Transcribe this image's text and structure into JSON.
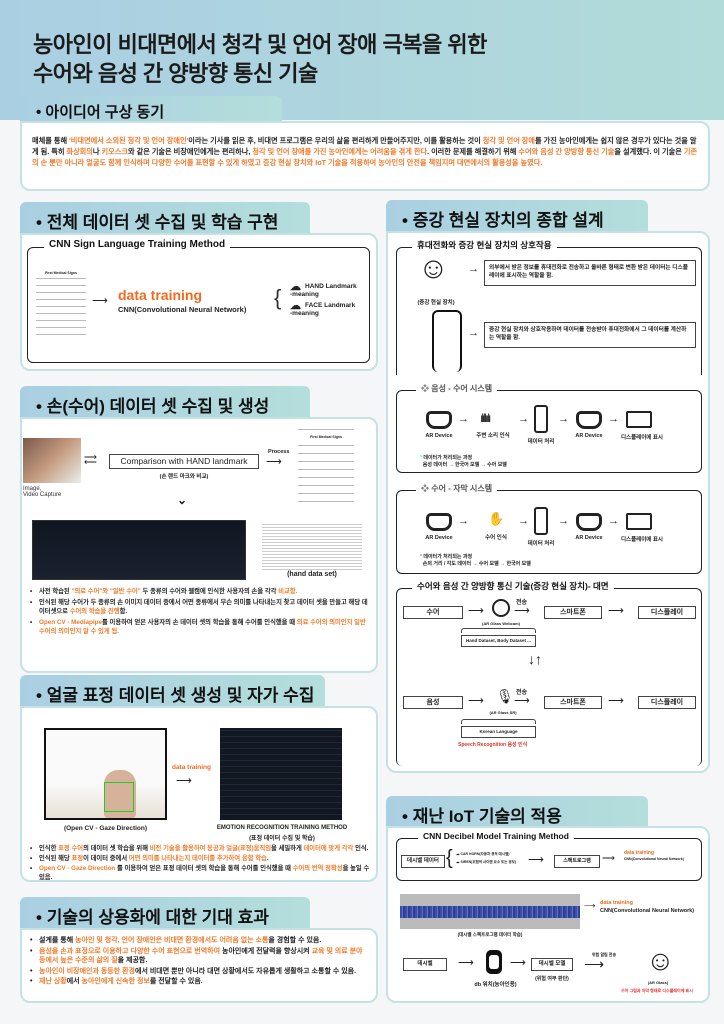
{
  "title": {
    "line1": "농아인이 비대면에서 청각 및 언어 장애 극복을 위한",
    "line2": "수어와 음성 간 양방향 통신 기술"
  },
  "colors": {
    "highlight": "#f07a2a",
    "header": "#aacfe3",
    "panel_border": "#c4e2e3",
    "speech_red": "#e0332b"
  },
  "motivation": {
    "heading": "아이디어 구상 동기",
    "paragraph": [
      {
        "t": "매체를 통해 ",
        "hl": false
      },
      {
        "t": "'비대면에서 소외된 청각 및 언어 장애인'",
        "hl": true
      },
      {
        "t": "이라는 기사를 읽은 후, 비대면 프로그램은 우리의 삶을 편리하게 만들어주지만, 이를 활용하는 것이 ",
        "hl": false
      },
      {
        "t": "청각 및 언어 장애",
        "hl": true
      },
      {
        "t": "를 가진 농아인에게는 쉽지 않은 경우가 있다는 것을 알게 됨. 특히 ",
        "hl": false
      },
      {
        "t": "화상회의",
        "hl": true
      },
      {
        "t": "나 ",
        "hl": false
      },
      {
        "t": "키오스크",
        "hl": true
      },
      {
        "t": "와 같은 기술은 비장애인에게는 편리하나, ",
        "hl": false
      },
      {
        "t": "청각 및 언어 장애를 가진 농아인에게는 어려움을 겪게 한다",
        "hl": true
      },
      {
        "t": ". 이러한 문제를 해결하기 위해 ",
        "hl": false
      },
      {
        "t": "수어와 음성 간 양방향 통신 기술",
        "hl": true
      },
      {
        "t": "을 설계했다. 이 기술은 ",
        "hl": false
      },
      {
        "t": "기존의 손 뿐만 아니라 얼굴도 함께 인식하며 다양한 수어를 표현할 수 있게 하였고 증강 현실 장치와 IoT 기술을 적용하여 농아인의 안전을 책임지며 대면에서의 활용성을 높였다.",
        "hl": true
      }
    ]
  },
  "dataset": {
    "heading": "전체 데이터 셋 수집 및 학습 구현",
    "method_title": "CNN Sign Language Training Method",
    "chart_caption": "First Medical Signs",
    "training": "data training",
    "cnn": "CNN(Convolutional Neural Network)",
    "outputs": [
      {
        "l1": "HAND Landmark",
        "l2": "-meaning",
        "icon": "cloud-database-icon"
      },
      {
        "l1": "FACE Landmark",
        "l2": "-meaning",
        "icon": "cloud-database-icon"
      }
    ]
  },
  "hand": {
    "heading": "손(수어) 데이터 셋 수집 및 생성",
    "capture": "Image,\nVideo Capture",
    "comparison": "Comparison with HAND landmark",
    "comparison_sub": "(손 랜드 마크와 비교)",
    "process": "Process",
    "chart_caption": "First Medical Signs",
    "dataset_caption": "(hand data set)",
    "bullets": [
      [
        {
          "t": "사전 학습된 ",
          "hl": false
        },
        {
          "t": "\"의료 수어\"와 \"일반 수어\"",
          "hl": true
        },
        {
          "t": " 두 종류의 수어와 웹캠에 인식한 사용자의 손을 각각 ",
          "hl": false
        },
        {
          "t": "비교함.",
          "hl": true
        }
      ],
      [
        {
          "t": "인식된 해당 수어가 두 종류의 손 이미지 데이터 중에서 어떤 종류에서 무슨 의미를 나타내는지 찾고 데이터 셋을 만들고 해당 데이터셋으로 ",
          "hl": false
        },
        {
          "t": "수어의 학습을 진행",
          "hl": true
        },
        {
          "t": "함.",
          "hl": false
        }
      ],
      [
        {
          "t": "Open CV - Mediapipe",
          "hl": true
        },
        {
          "t": "를 이용하여 얻은 사용자의 손 데이터 셋의 학습을 통해 수어를 인식했을 때 ",
          "hl": false
        },
        {
          "t": "의료 수어의 의미인지 일반 수어의 의미인지 알 수 있게 됨.",
          "hl": true
        }
      ]
    ]
  },
  "face": {
    "heading": "얼굴 표정 데이터 셋 생성 및 자가 수집",
    "webcam_caption": "(Open CV - Gaze Direction)",
    "training": "data training",
    "method": "EMOTION RECOGNITION TRAINING METHOD",
    "method_sub": "(표정 데이터 수집 및 학습)",
    "bullets": [
      [
        {
          "t": "인식한 ",
          "hl": false
        },
        {
          "t": "표정 수어",
          "hl": true
        },
        {
          "t": "의 데이터 셋 학습을 위해 ",
          "hl": false
        },
        {
          "t": "비전 기술을 활용하여 동공과 얼굴(표정)움직임",
          "hl": true
        },
        {
          "t": "을 세밀하게 ",
          "hl": false
        },
        {
          "t": "데이터에 맞게 각각",
          "hl": true
        },
        {
          "t": " 인식.",
          "hl": false
        }
      ],
      [
        {
          "t": "인식된 해당 ",
          "hl": false
        },
        {
          "t": "표정",
          "hl": true
        },
        {
          "t": "이 데이터 중에서 ",
          "hl": false
        },
        {
          "t": "어떤 의미를 나타내는지 데이터를 추가하여 융합 학습",
          "hl": true
        },
        {
          "t": ".",
          "hl": false
        }
      ],
      [
        {
          "t": "Open CV - Gaze Direction",
          "hl": true
        },
        {
          "t": " 를 이용하여 얻은 표정 데이터 셋의 학습을 통해 수어를 인식했을 때 ",
          "hl": false
        },
        {
          "t": "수어의 번역 정확성",
          "hl": true
        },
        {
          "t": "을 높일 수 있음.",
          "hl": false
        }
      ]
    ]
  },
  "effects": {
    "heading": "기술의 상용화에 대한 기대 효과",
    "bullets": [
      [
        {
          "t": "설계를 통해 ",
          "hl": false
        },
        {
          "t": "농아인 및 청각, 언어 장애인은 비대면 환경에서도 어려움 없는 소통",
          "hl": true
        },
        {
          "t": "을 경험할 수 있음.",
          "hl": false
        }
      ],
      [
        {
          "t": "음성을 손과 표정으로 이용하고 다양한 수어 표현으로 번역하여",
          "hl": true
        },
        {
          "t": " 농아인에게 전달력을 향상시켜 ",
          "hl": false
        },
        {
          "t": "교육 및 의료 분야 등에서 높은 수준의 삶의 질",
          "hl": true
        },
        {
          "t": "을 제공함.",
          "hl": false
        }
      ],
      [
        {
          "t": "농아인이 비장애인과 동등한 환경",
          "hl": true
        },
        {
          "t": "에서 비대면 뿐만 아니라 대면 상황에서도 자유롭게 생활하고 소통할 수 있음.",
          "hl": false
        }
      ],
      [
        {
          "t": "재난 상황",
          "hl": true
        },
        {
          "t": "에서 ",
          "hl": false
        },
        {
          "t": "농아인에게 신속한 정보",
          "hl": true
        },
        {
          "t": "를 전달할 수 있음.",
          "hl": false
        }
      ]
    ]
  },
  "ar": {
    "heading": "증강 현실 장치의 종합 설계",
    "interaction": {
      "title": "휴대전화와 증강 현실 장치의 상호작용",
      "device_label": "(증강 현실 장치)",
      "device_desc": "외부에서 받은 정보를 휴대전화로 전송하고 올바른 형태로 변환 받은 데이터는 디스플레이에 표시하는 역할을 함.",
      "phone_desc": "증강 현실 장치와 상호작용하며 데이터를 전송받아 휴대전화에서 그 데이터를 계산하는 역할을 함."
    },
    "voice_sign": {
      "title": "음성 - 수어 시스템",
      "steps": [
        "AR Device",
        "주변 소리 인식",
        "데이터 처리",
        "AR Device",
        "디스플레이에 표시"
      ],
      "note_title": "데이터가 처리되는 과정",
      "note_flow": "음성 데이터 → 한국어 모델 → 수어 모델",
      "marker_color": "#6fd0d6"
    },
    "sign_caption": {
      "title": "수어 - 자막 시스템",
      "steps": [
        "AR Device",
        "수어 인식",
        "데이터 처리",
        "AR Device",
        "디스플레이에 표시"
      ],
      "note_title": "데이터가 처리되는 과정",
      "note_flow": "손의 거리 / 각도 데이터 → 수어 모델 → 한국어 모델",
      "marker_color": "#7b83d6"
    },
    "bidirectional": {
      "title": "수어와 음성 간 양방향 통신 기술(증강 현실 장치)- 대면",
      "top": {
        "input": "수어",
        "device": "(AR Glass Webcam)",
        "send": "전송",
        "phone": "스마트폰",
        "display": "디스플레이",
        "dataset": "Hand Dataset, Body Dataset ..."
      },
      "bottom": {
        "input": "음성",
        "device": "(AR Glass SR)",
        "send": "전송",
        "phone": "스마트폰",
        "display": "디스플레이",
        "dataset": "Korean Language",
        "speech": "Speech Recognition 음성 인식"
      }
    }
  },
  "iot": {
    "heading": "재난 IoT 기술의 적용",
    "method_title": "CNN Decibel Model Training Method",
    "decibel_data": "데시벨 데이터",
    "sources": [
      "CAR HORN(자동차 경적 데시벨)",
      "SIREN(위험적 사이렌 요소 또는 경보)"
    ],
    "spectrogram": "스펙트로그램",
    "training": "data training",
    "cnn": "CNN(Convolutional Neural Network)",
    "spectrogram_caption": "(데시벨 스펙트로그램 데이터 학습)",
    "flow": {
      "decibel": "데시벨",
      "watch": "db 워치(농아인용)",
      "model": "데시벨 모델",
      "model_sub": "(위험 여부 판단)",
      "alert": "위험 알림 전송",
      "glass": "(AR Glass)",
      "glass_desc": "수어 그림과 자막 형태로 디스플레이에 표시"
    }
  }
}
